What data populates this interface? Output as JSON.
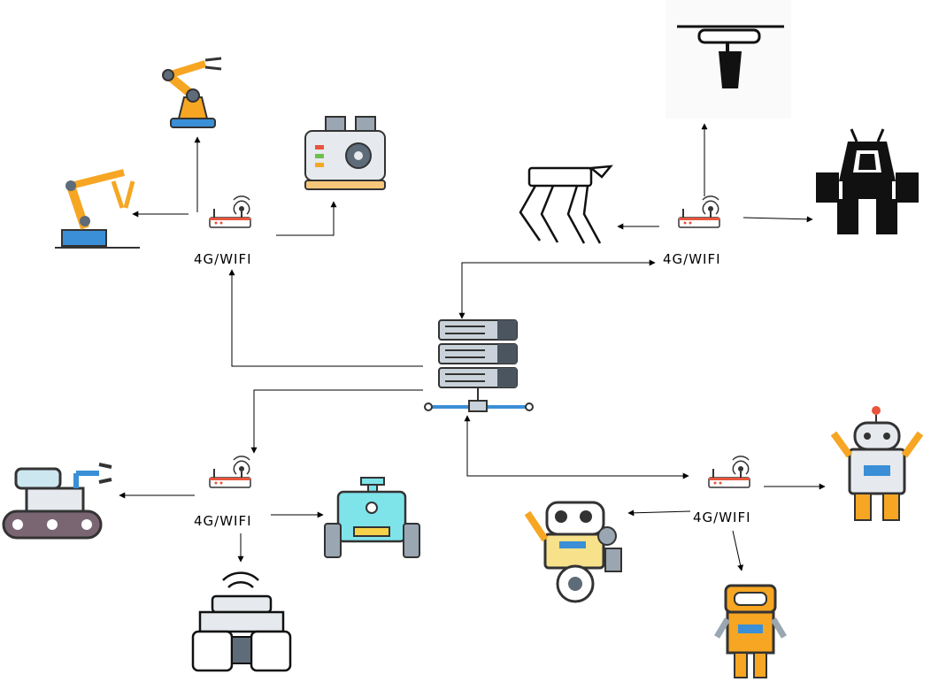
{
  "hubs": [
    {
      "id": "hub-top-left",
      "label": "4G/WIFI"
    },
    {
      "id": "hub-top-right",
      "label": "4G/WIFI"
    },
    {
      "id": "hub-bottom-left",
      "label": "4G/WIFI"
    },
    {
      "id": "hub-bottom-right",
      "label": "4G/WIFI"
    }
  ],
  "icons": {
    "server": "server-rack-icon",
    "router": "wifi-router-icon",
    "robot_arm_standing": "robot-arm-icon",
    "robot_arm_base": "industrial-robot-arm-icon",
    "machine": "industrial-machine-icon",
    "drone": "drone-icon",
    "robot_dog": "quadruped-robot-icon",
    "mech": "mech-robot-icon",
    "crawler": "tracked-crawler-robot-icon",
    "rover": "rover-robot-icon",
    "tank": "tank-robot-icon",
    "wheel_robot": "wheeled-robot-icon",
    "android": "android-robot-icon",
    "yellow_robot": "humanoid-robot-icon"
  },
  "colors": {
    "orange": "#F6A623",
    "blue": "#3A8FD6",
    "cyan": "#7FE3EA",
    "gray": "#5E6B78",
    "yellow": "#F7E28B",
    "red": "#E8553B"
  }
}
